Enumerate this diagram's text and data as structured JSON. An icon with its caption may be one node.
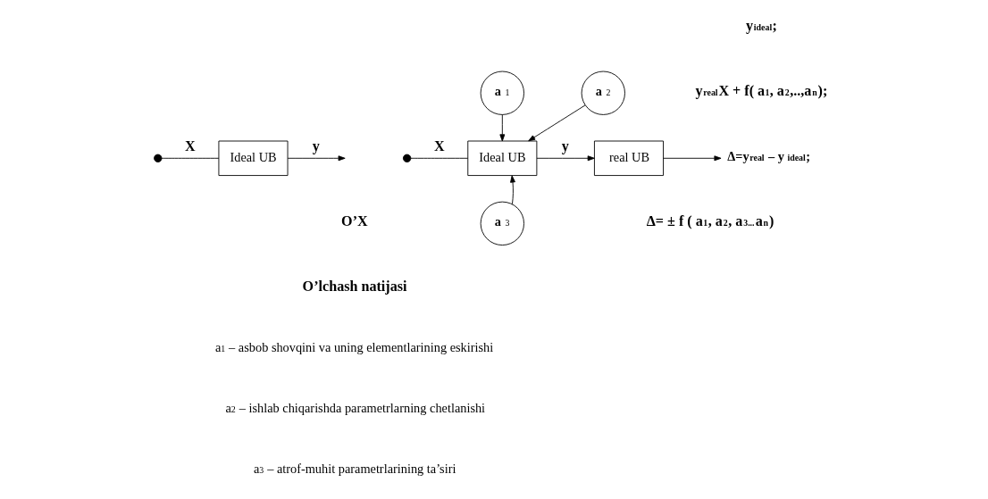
{
  "diagram": {
    "nodes": [
      {
        "text": [],
        "shape": "circle"
      },
      {
        "text": [
          "Ideal UB"
        ]
      },
      {
        "text": [],
        "shape": "circle"
      },
      {
        "text": [
          "Ideal UB"
        ]
      },
      {
        "text": [
          "**a** $_{1}$"
        ]
      },
      {
        "text": [
          "**a** $_{2}$"
        ]
      },
      {
        "text": [
          "**a** $_{3}$"
        ]
      },
      {
        "text": [
          "real UB"
        ]
      },
      {
        "text": [
          "**Δ=y$_{real}$ – y $_{ideal}$;**"
        ]
      }
    ],
    "edges": [
      {
        "from": 0,
        "to": 1,
        "arrow": "none",
        "label": "**X**"
      },
      {
        "from": 1,
        "to": null,
        "arrow": "to",
        "label": "**y**"
      },
      {
        "from": 2,
        "to": 3,
        "arrow": "none",
        "label": "**X**"
      },
      {
        "from": 4,
        "to": 3,
        "arrow": "to"
      },
      {
        "from": 5,
        "to": 3,
        "arrow": "to"
      },
      {
        "from": 6,
        "to": 3,
        "arrow": "to"
      },
      {
        "from": 3,
        "to": 7,
        "arrow": "to",
        "label": "**y**"
      },
      {
        "from": 7,
        "to": 8,
        "arrow": "to"
      }
    ],
    "labels": [
      "**y$_{ideal}$;**",
      "**y$_{real}$X + f( a$_{1}$, a$_{2}$,..,a$_{n}$);**",
      "**O’X**",
      "**O’lchash natijasi**",
      "**Δ= ± f ( a$_{1}$, a$_{2}$, a$_{3...}$a$_{n}$)**",
      "a$_{1}$ – asbob shovqini va uning elementlarining eskirishi",
      "a$_{2}$ – ishlab chiqarishda parametrlarning chetlanishi",
      "a$_{3}$ – atrof-muhit parametrlarining ta’siri"
    ]
  }
}
